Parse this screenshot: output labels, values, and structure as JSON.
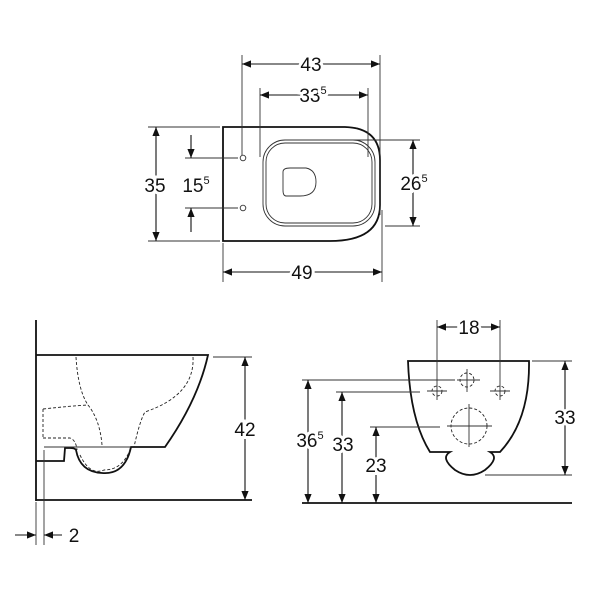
{
  "title": "Wall-hung WC dimension drawing",
  "top_view": {
    "width_overall": "43",
    "seat_width": {
      "main": "33",
      "sup": "5"
    },
    "depth": "35",
    "hole_spacing": {
      "main": "15",
      "sup": "5"
    },
    "seat_depth": {
      "main": "26",
      "sup": "5"
    },
    "length": "49"
  },
  "side_view": {
    "height": "42",
    "wall_gap": "2"
  },
  "front_view": {
    "bolt_spacing": "18",
    "top_hole_height": {
      "main": "36",
      "sup": "5"
    },
    "bolt_height": "33",
    "outlet_height": "23",
    "bowl_height": "33"
  },
  "colors": {
    "line": "#111111",
    "background": "#ffffff"
  }
}
